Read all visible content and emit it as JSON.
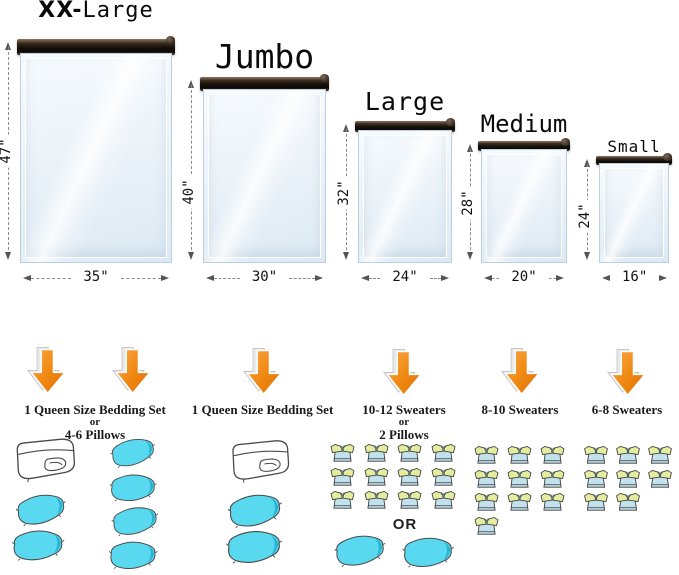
{
  "bags": [
    {
      "name": "XX-Large",
      "name_bold": "XX-",
      "name_rest": "Large",
      "height": "47\"",
      "width": "35\""
    },
    {
      "name": "Jumbo",
      "height": "40\"",
      "width": "30\""
    },
    {
      "name": "Large",
      "height": "32\"",
      "width": "24\""
    },
    {
      "name": "Medium",
      "height": "28\"",
      "width": "20\""
    },
    {
      "name": "Small",
      "height": "24\"",
      "width": "16\""
    }
  ],
  "capacities": [
    {
      "bag": "XX-Large",
      "lines": [
        "1 Queen Size Bedding Set",
        "or",
        "4-6 Pillows"
      ],
      "arrow_count": 2,
      "blankets": 1,
      "pillows": 6,
      "sweaters": 0
    },
    {
      "bag": "Jumbo",
      "lines": [
        "1 Queen Size Bedding Set"
      ],
      "arrow_count": 1,
      "blankets": 1,
      "pillows": 2,
      "sweaters": 0
    },
    {
      "bag": "Large",
      "lines": [
        "10-12 Sweaters",
        "or",
        "2 Pillows"
      ],
      "or_separator": "OR",
      "arrow_count": 1,
      "blankets": 0,
      "pillows": 2,
      "sweaters": 12
    },
    {
      "bag": "Medium",
      "lines": [
        "8-10 Sweaters"
      ],
      "arrow_count": 1,
      "blankets": 0,
      "pillows": 0,
      "sweaters": 10
    },
    {
      "bag": "Small",
      "lines": [
        "6-8 Sweaters"
      ],
      "arrow_count": 1,
      "blankets": 0,
      "pillows": 0,
      "sweaters": 8
    }
  ],
  "colors": {
    "arrow_orange": "#f08a14",
    "pillow_cyan": "#59d9ef",
    "sweater_body": "#c1e1ec",
    "sweater_sleeve": "#e4ec9e",
    "bag_fill": "#ecf3f9",
    "zipper_dark": "#15100a"
  }
}
